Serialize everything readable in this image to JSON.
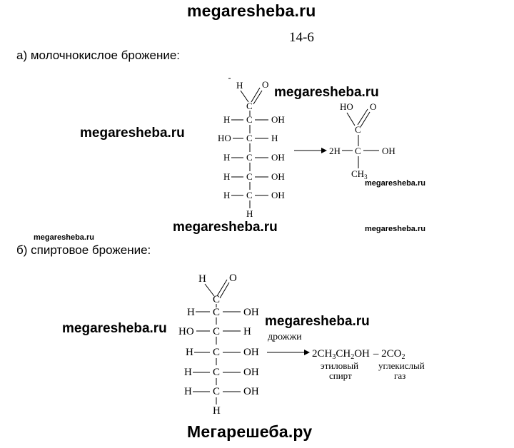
{
  "watermarks": {
    "top": "megaresheba.ru",
    "bottom": "Мегарешеба.ру",
    "a_right": "megaresheba.ru",
    "a_left": "megaresheba.ru",
    "a_small_1": "megaresheba.ru",
    "a_center_bottom": "megaresheba.ru",
    "a_small_2": "megaresheba.ru",
    "b_small_left": "megaresheba.ru",
    "b_left": "megaresheba.ru",
    "b_right": "megaresheba.ru"
  },
  "problem_number": "14-6",
  "section_a": {
    "heading": "а) молочнокислое брожение:",
    "glucose": {
      "top_h": "H",
      "top_o": "O",
      "c1": "C",
      "rows": [
        {
          "left": "H",
          "c": "C",
          "right": "OH"
        },
        {
          "left": "HO",
          "c": "C",
          "right": "H"
        },
        {
          "left": "H",
          "c": "C",
          "right": "OH"
        },
        {
          "left": "H",
          "c": "C",
          "right": "OH"
        },
        {
          "left": "H",
          "c": "C",
          "right": "OH"
        }
      ],
      "bottom_h": "H"
    },
    "product": {
      "coef": "2H",
      "ho": "HO",
      "o": "O",
      "c1": "C",
      "c2": "C",
      "oh": "OH",
      "ch3_main": "CH",
      "ch3_sub": "3"
    }
  },
  "section_b": {
    "heading": "б) спиртовое брожение:",
    "glucose": {
      "top_h": "H",
      "top_o": "O",
      "c1": "C",
      "rows": [
        {
          "left": "H",
          "c": "C",
          "right": "OH"
        },
        {
          "left": "HO",
          "c": "C",
          "right": "H"
        },
        {
          "left": "H",
          "c": "C",
          "right": "OH"
        },
        {
          "left": "H",
          "c": "C",
          "right": "OH"
        },
        {
          "left": "H",
          "c": "C",
          "right": "OH"
        }
      ],
      "bottom_h": "H"
    },
    "catalyst": "дрожжи",
    "products": {
      "p1": "2CH",
      "p1_s1": "3",
      "p1_mid": "CH",
      "p1_s2": "2",
      "p1_end": "OH",
      "minus": "– 2CO",
      "p2_sub": "2"
    },
    "label1_line1": "этиловый",
    "label1_line2": "спирт",
    "label2_line1": "углекислый",
    "label2_line2": "газ"
  }
}
